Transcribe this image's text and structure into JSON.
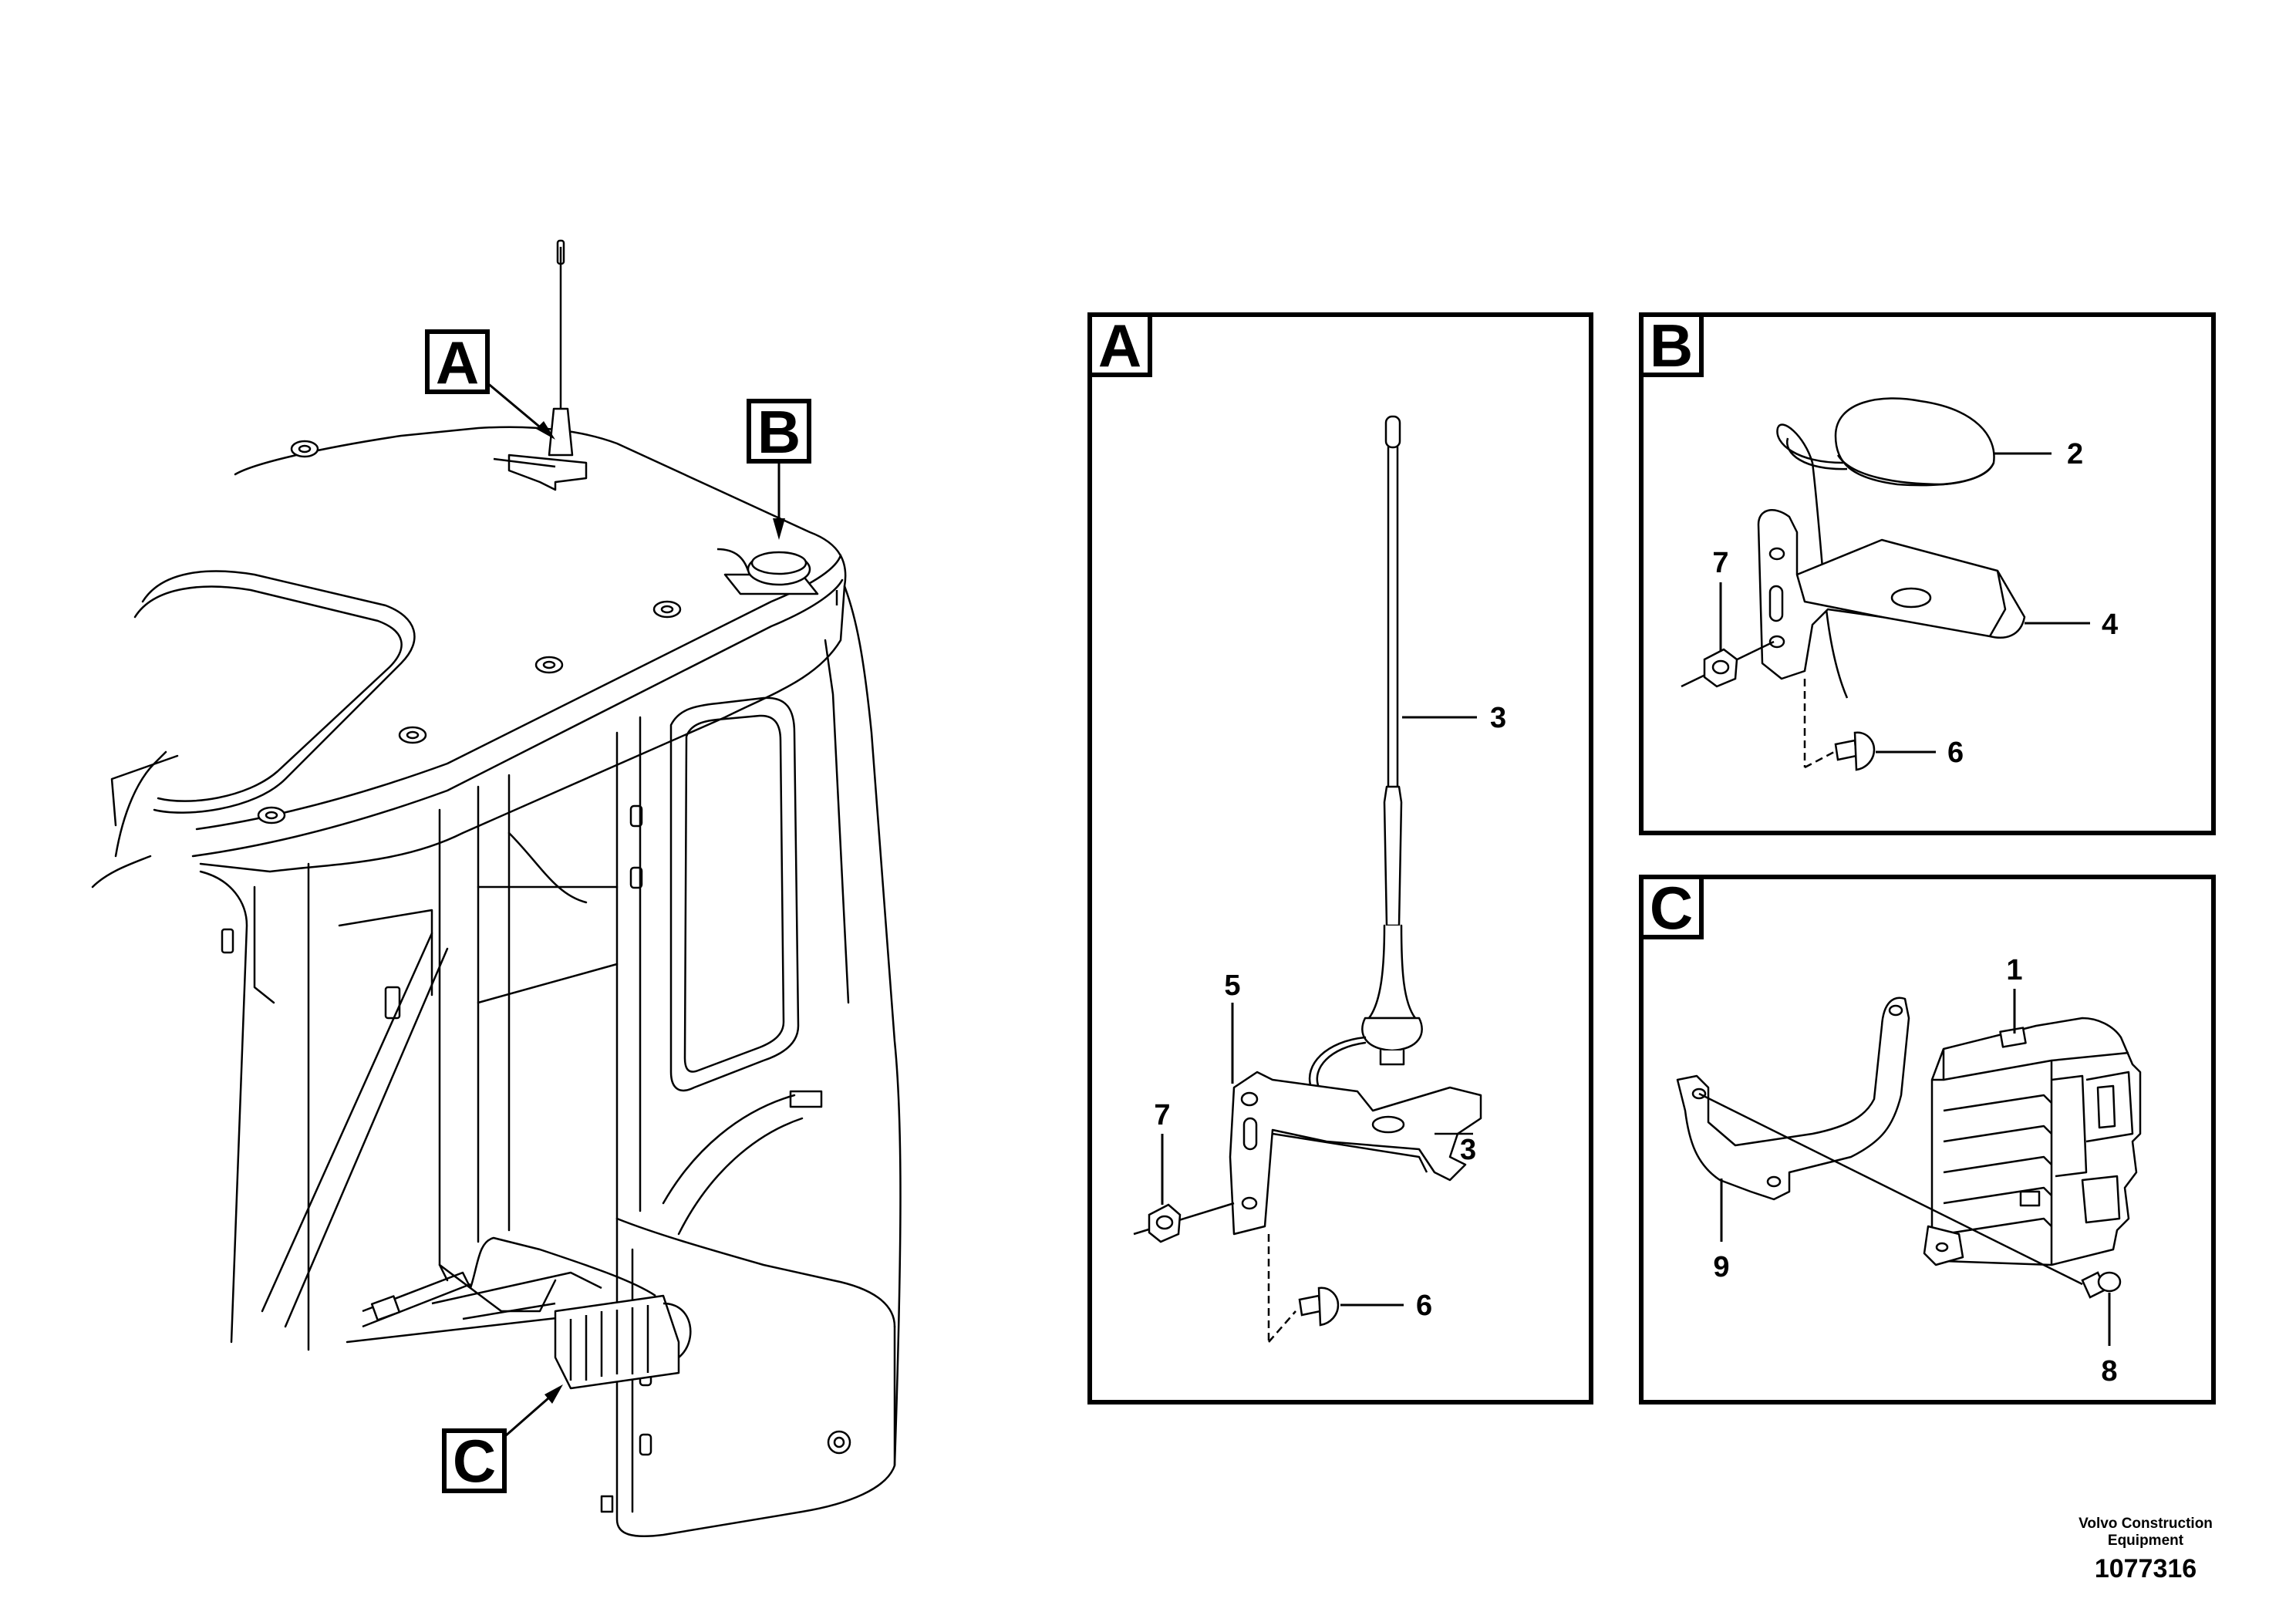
{
  "overview": {
    "labels": {
      "a": "A",
      "b": "B",
      "c": "C"
    }
  },
  "detail_a": {
    "title": "A",
    "callouts": {
      "antenna": "3",
      "bracket": "5",
      "nut": "7",
      "screw": "6",
      "clip": "3"
    }
  },
  "detail_b": {
    "title": "B",
    "callouts": {
      "antenna": "2",
      "bracket": "4",
      "nut": "7",
      "screw": "6"
    }
  },
  "detail_c": {
    "title": "C",
    "callouts": {
      "unit": "1",
      "bracket": "9",
      "screw": "8"
    }
  },
  "footer": {
    "brand": "Volvo Construction Equipment",
    "doc_number": "1077316"
  }
}
